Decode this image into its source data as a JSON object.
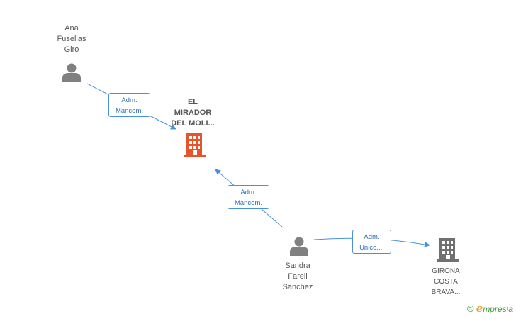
{
  "nodes": {
    "ana": {
      "lines": [
        "Ana",
        "Fusellas",
        "Giro"
      ]
    },
    "mirador": {
      "lines": [
        "EL",
        "MIRADOR",
        "DEL MOLI..."
      ]
    },
    "sandra": {
      "lines": [
        "Sandra",
        "Farell",
        "Sanchez"
      ]
    },
    "girona": {
      "lines": [
        "GIRONA",
        "COSTA",
        "BRAVA..."
      ]
    }
  },
  "roles": {
    "ana_mirador": {
      "lines": [
        "Adm.",
        "Mancom."
      ]
    },
    "sandra_mirador": {
      "lines": [
        "Adm.",
        "Mancom."
      ]
    },
    "sandra_girona": {
      "lines": [
        "Adm.",
        "Unico,..."
      ]
    }
  },
  "colors": {
    "person_icon": "#808080",
    "main_company_icon": "#e8542a",
    "company_icon": "#707070",
    "edge": "#4a90d9",
    "role_text": "#2a6db5"
  },
  "brand": {
    "copyright": "©",
    "e": "e",
    "rest": "mpresia"
  }
}
